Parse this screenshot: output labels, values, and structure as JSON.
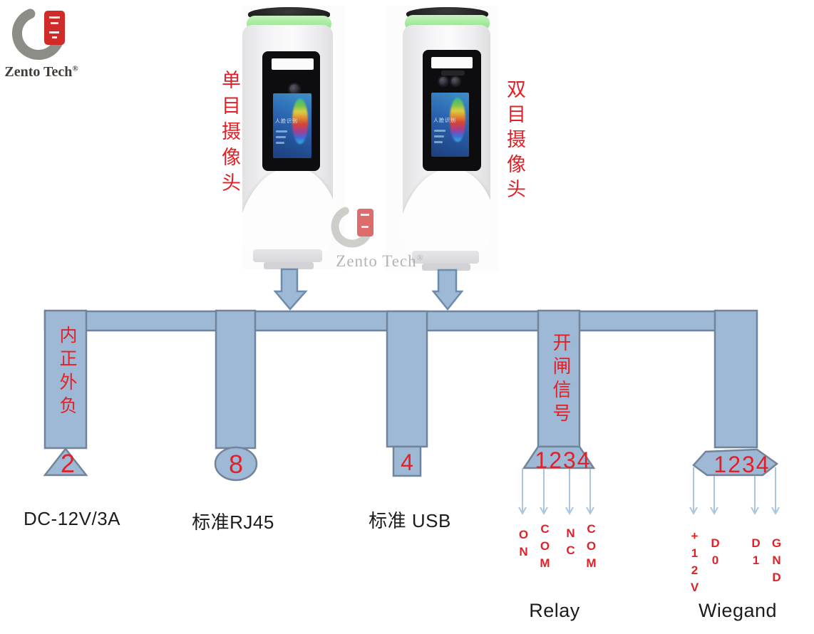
{
  "logo": {
    "brand": "Zento Tech",
    "registered": "®"
  },
  "watermark": {
    "brand": "Zento Tech",
    "registered": "®"
  },
  "devices": {
    "left_label": "单目摄像头",
    "right_label": "双目摄像头",
    "screen_caption": "人脸识别"
  },
  "diagram": {
    "power": {
      "pin_count": "2",
      "polarity_note": "内正外负",
      "label": "DC-12V/3A"
    },
    "rj45": {
      "pin_count": "8",
      "label": "标准RJ45"
    },
    "usb": {
      "pin_count": "4",
      "label": "标准 USB"
    },
    "relay": {
      "signal_note": "开闸信号",
      "pin_numbers": "1234",
      "pins": [
        "ON",
        "COM",
        "NC",
        "COM"
      ],
      "label": "Relay"
    },
    "wiegand": {
      "pin_numbers": "1234",
      "pins": [
        "+12V",
        "D0",
        "D1",
        "GND"
      ],
      "label": "Wiegand"
    }
  },
  "colors": {
    "diagram_fill": "#9db9d6",
    "diagram_border": "#72849a",
    "accent_red": "#e02128",
    "thin_arrow_blue": "#a9c6de",
    "led_ring_green": "#a2e99b"
  }
}
